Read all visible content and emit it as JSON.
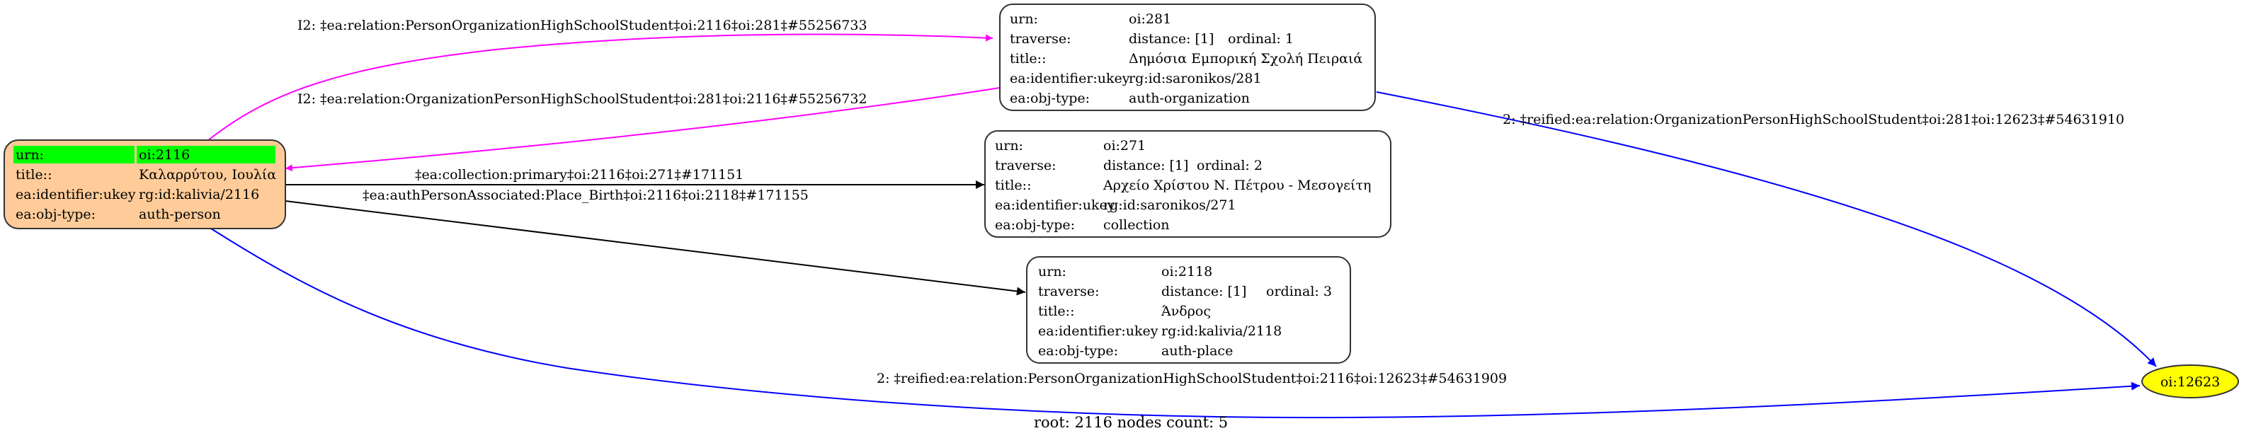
{
  "colors": {
    "root_fill": "#ffcc99",
    "highlight": "#00ff00",
    "target_fill": "#ffff00",
    "magenta": "#ff00ff",
    "blue": "#0000ff",
    "black": "#000000"
  },
  "nodes": {
    "root": {
      "rows": [
        {
          "key": "urn:",
          "value": "oi:2116"
        },
        {
          "key": "title::",
          "value": "Καλαρρύτου, Ιουλία"
        },
        {
          "key": "ea:identifier:ukey",
          "value": "rg:id:kalivia/2116"
        },
        {
          "key": "ea:obj-type:",
          "value": "auth-person"
        }
      ]
    },
    "n281": {
      "rows": [
        {
          "key": "urn:",
          "value": "oi:281"
        },
        {
          "key": "traverse:",
          "value": "distance: [1]",
          "extra": "ordinal: 1"
        },
        {
          "key": "title::",
          "value": "Δημόσια Εμπορική Σχολή Πειραιά"
        },
        {
          "key": "ea:identifier:ukey",
          "value": "rg:id:saronikos/281"
        },
        {
          "key": "ea:obj-type:",
          "value": "auth-organization"
        }
      ]
    },
    "n271": {
      "rows": [
        {
          "key": "urn:",
          "value": "oi:271"
        },
        {
          "key": "traverse:",
          "value": "distance: [1]",
          "extra": "ordinal: 2"
        },
        {
          "key": "title::",
          "value": "Αρχείο Χρίστου Ν. Πέτρου - Μεσογείτη"
        },
        {
          "key": "ea:identifier:ukey",
          "value": "rg:id:saronikos/271"
        },
        {
          "key": "ea:obj-type:",
          "value": "collection"
        }
      ]
    },
    "n2118": {
      "rows": [
        {
          "key": "urn:",
          "value": "oi:2118"
        },
        {
          "key": "traverse:",
          "value": "distance: [1]",
          "extra": "ordinal: 3"
        },
        {
          "key": "title::",
          "value": "Άνδρος"
        },
        {
          "key": "ea:identifier:ukey",
          "value": "rg:id:kalivia/2118"
        },
        {
          "key": "ea:obj-type:",
          "value": "auth-place"
        }
      ]
    },
    "n12623": {
      "label": "oi:12623"
    }
  },
  "edges": {
    "e1": "I2: ‡ea:relation:PersonOrganizationHighSchoolStudent‡oi:2116‡oi:281‡#55256733",
    "e2": "I2: ‡ea:relation:OrganizationPersonHighSchoolStudent‡oi:281‡oi:2116‡#55256732",
    "e3": "‡ea:collection:primary‡oi:2116‡oi:271‡#171151",
    "e4": "‡ea:authPersonAssociated:Place_Birth‡oi:2116‡oi:2118‡#171155",
    "e5": "2: ‡reified:ea:relation:OrganizationPersonHighSchoolStudent‡oi:281‡oi:12623‡#54631910",
    "e6": "2: ‡reified:ea:relation:PersonOrganizationHighSchoolStudent‡oi:2116‡oi:12623‡#54631909"
  },
  "caption": "root: 2116 nodes count: 5"
}
